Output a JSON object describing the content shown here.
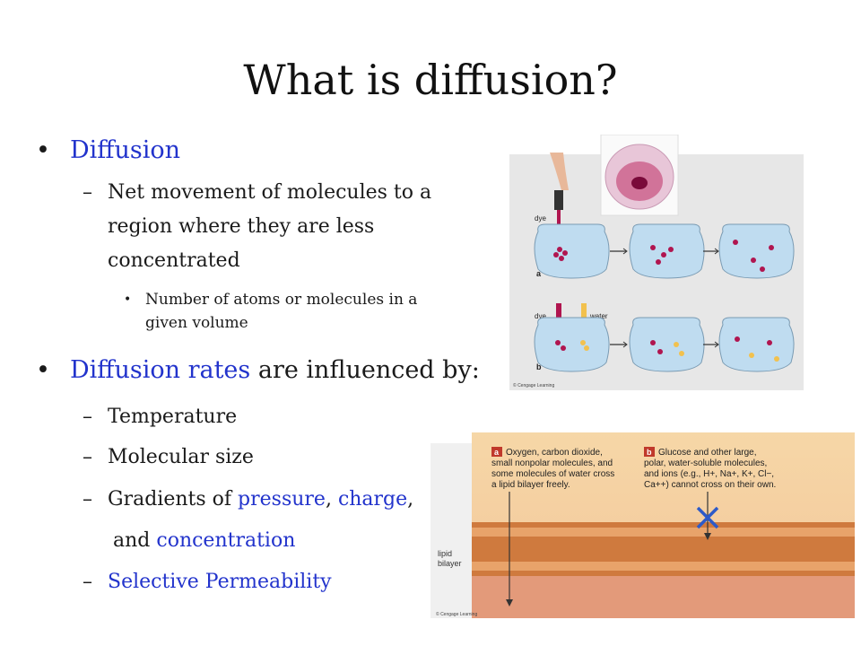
{
  "title": "What is diffusion?",
  "bullet1": {
    "marker": "•",
    "label": "Diffusion"
  },
  "sub1": {
    "marker": "–",
    "lines": [
      "Net movement of molecules to a",
      "region where they are less",
      "concentrated"
    ]
  },
  "subsub1": {
    "marker": "•",
    "lines": [
      "Number of atoms or molecules in a",
      "given volume"
    ]
  },
  "bullet2": {
    "marker": "•",
    "highlight": "Diffusion rates",
    "rest": " are influenced by:"
  },
  "items": [
    {
      "marker": "–",
      "text": "Temperature"
    },
    {
      "marker": "–",
      "text": "Molecular size"
    }
  ],
  "gradients": {
    "marker": "–",
    "prefix": "Gradients of ",
    "pressure": "pressure",
    "comma1": ", ",
    "charge": "charge",
    "comma2": ",",
    "and": "and ",
    "concentration": "concentration"
  },
  "selective": {
    "marker": "–",
    "text": "Selective Permeability"
  },
  "figure_top": {
    "label_dye_a": "dye",
    "label_a": "a",
    "label_dye_b": "dye",
    "label_water": "water",
    "label_b": "b",
    "credit": "© Cengage Learning"
  },
  "figure_bottom": {
    "a_letter": "a",
    "a_lines": [
      "Oxygen, carbon dioxide,",
      "small nonpolar molecules, and",
      "some molecules of water cross",
      "a lipid bilayer freely."
    ],
    "b_letter": "b",
    "b_lines": [
      "Glucose and other large,",
      "polar, water-soluble molecules,",
      "and ions (e.g., H+, Na+, K+, Cl−,",
      "Ca++) cannot cross on their own."
    ],
    "lipid_label": [
      "lipid",
      "bilayer"
    ],
    "credit": "© Cengage Learning"
  },
  "colors": {
    "accent_blue": "#2233cc",
    "dye": "#b0154f",
    "water_dots": "#3a8fd6",
    "membrane": "#d4703a"
  }
}
